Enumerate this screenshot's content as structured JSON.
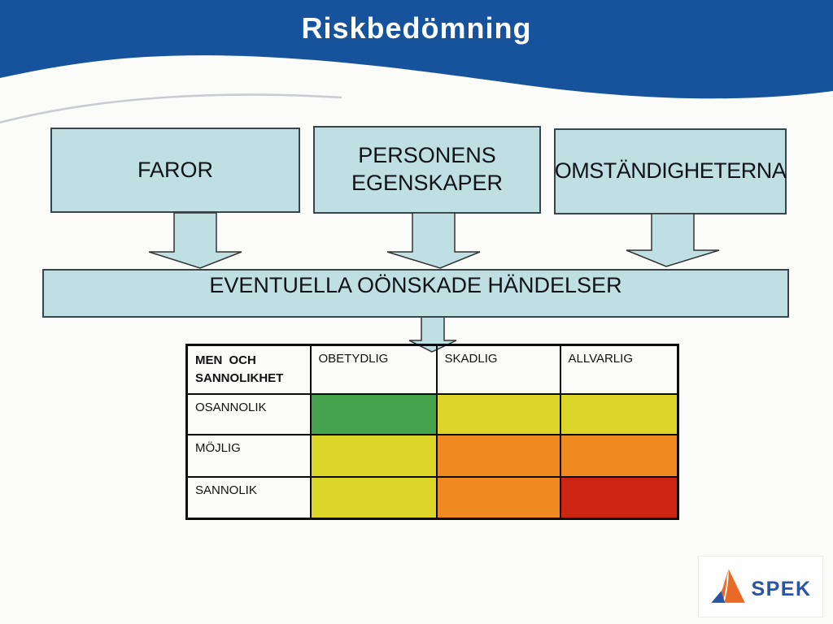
{
  "slide": {
    "title": "Riskbedömning"
  },
  "theme": {
    "header_blue": "#17539c",
    "box_fill": "#bfdfe3",
    "box_border": "#37464d",
    "matrix_green": "#44a24c",
    "matrix_yellow": "#dcd628",
    "matrix_orange": "#ee8a20",
    "matrix_red": "#cc2512",
    "logo_blue": "#2b55a4",
    "logo_orange": "#e96a25"
  },
  "flow": {
    "source_boxes": [
      {
        "label": "FAROR"
      },
      {
        "label": "PERSONENS EGENSKAPER"
      },
      {
        "label": "OMSTÄNDIGHETERNA"
      }
    ],
    "result_box": {
      "label": "EVENTUELLA OÖNSKADE HÄNDELSER"
    }
  },
  "risk_matrix": {
    "corner_header": "MEN OCH SANNOLIKHET",
    "column_headers": [
      "OBETYDLIG",
      "SKADLIG",
      "ALLVARLIG"
    ],
    "rows": [
      {
        "label": "OSANNOLIK",
        "cells": [
          "green",
          "yellow",
          "yellow"
        ]
      },
      {
        "label": "MÖJLIG",
        "cells": [
          "yellow",
          "orange",
          "orange"
        ]
      },
      {
        "label": "SANNOLIK",
        "cells": [
          "yellow",
          "orange",
          "red"
        ]
      }
    ]
  },
  "logo": {
    "text": "SPEK"
  }
}
